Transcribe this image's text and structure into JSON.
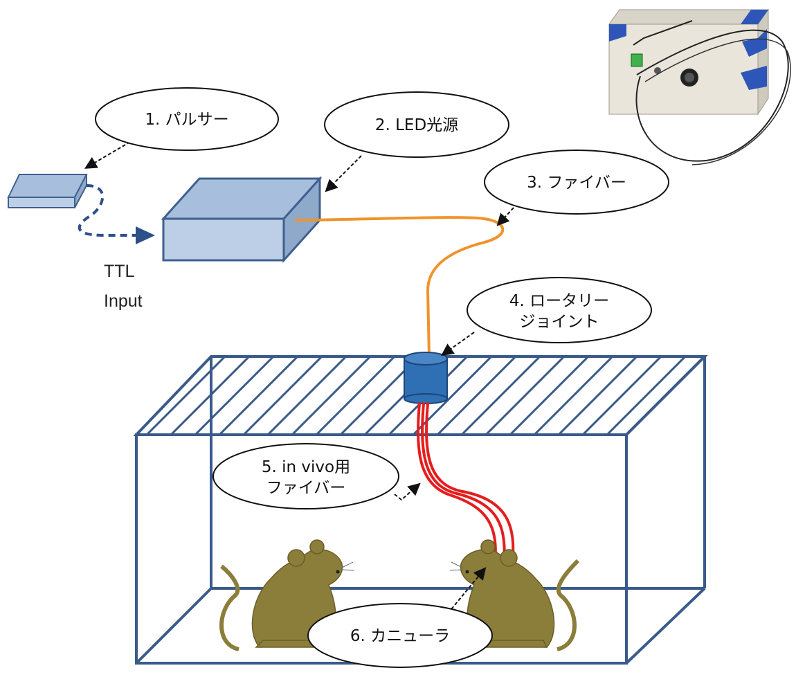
{
  "labels": {
    "pulser": "1. パルサー",
    "led": "2. LED光源",
    "fiber": "3. ファイバー",
    "rotary_line1": "4. ロータリー",
    "rotary_line2": "ジョイント",
    "invivo_line1": "5. in vivo用",
    "invivo_line2": "ファイバー",
    "cannula": "6. カニューラ"
  },
  "ttl": {
    "line1": "TTL",
    "line2": "Input"
  },
  "colors": {
    "box_fill": "#bccfe6",
    "box_stroke": "#3f5f8f",
    "cage_stroke": "#3a5a8a",
    "fiber_orange": "#f0932b",
    "fiber_red": "#e41e1e",
    "rotary_blue": "#2f6fb3",
    "mouse": "#8b7d3a",
    "arrow": "#1f3f7a"
  }
}
